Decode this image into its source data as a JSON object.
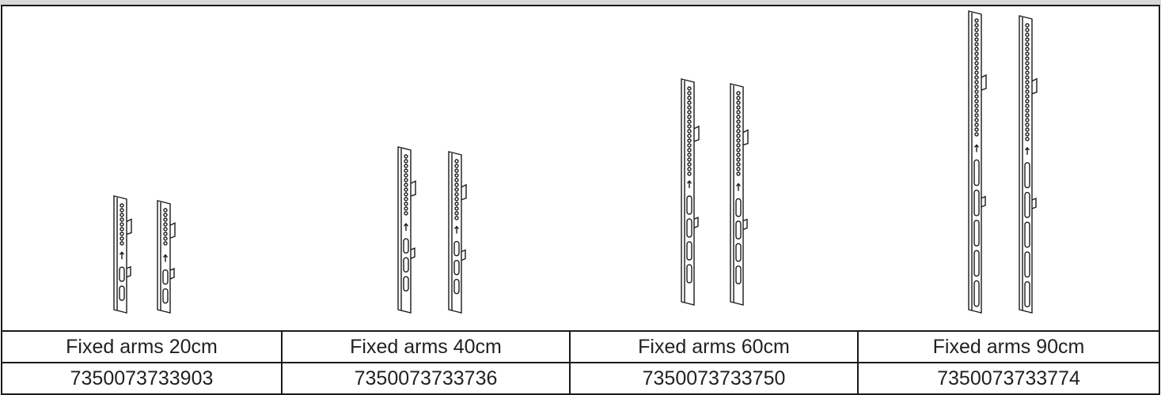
{
  "products": [
    {
      "name": "Fixed arms 20cm",
      "code": "7350073733903"
    },
    {
      "name": "Fixed arms 40cm",
      "code": "7350073733736"
    },
    {
      "name": "Fixed arms 60cm",
      "code": "7350073733750"
    },
    {
      "name": "Fixed arms 90cm",
      "code": "7350073733774"
    }
  ],
  "colors": {
    "line": "#1a1a1a",
    "text": "#231f20",
    "header_bar": "#d9d9d9"
  },
  "icons": [
    "mounting-arm-illustration"
  ]
}
